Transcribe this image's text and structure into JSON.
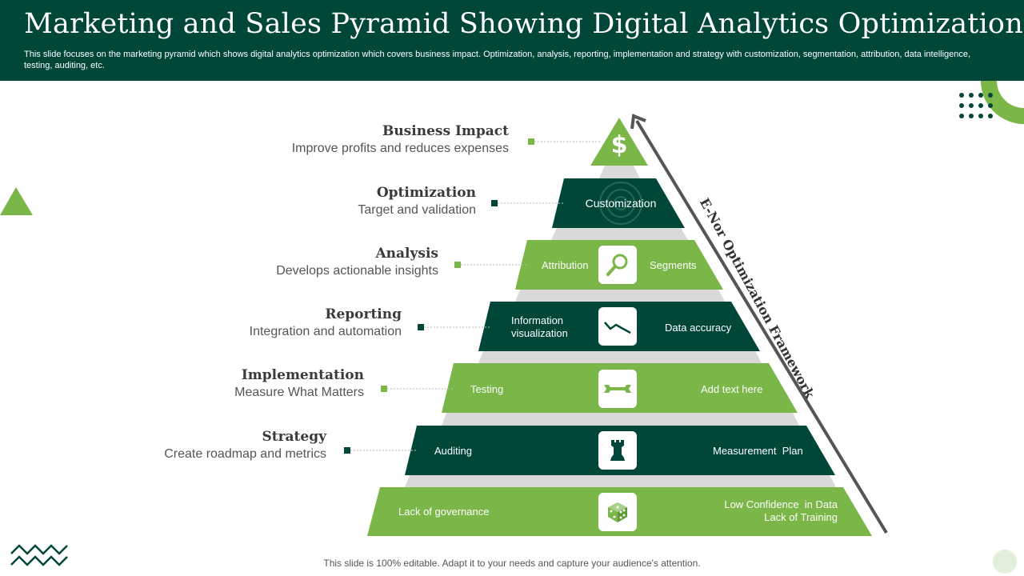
{
  "header": {
    "title": "Marketing and Sales Pyramid Showing Digital Analytics Optimization",
    "subtitle": "This slide focuses on the marketing pyramid which shows digital analytics optimization which covers business impact. Optimization, analysis, reporting, implementation and strategy with customization, segmentation, attribution, data intelligence, testing, auditing, etc."
  },
  "colors": {
    "dark_green": "#00473a",
    "light_green": "#7ab648",
    "shadow_gray": "#d9d9d9",
    "arrow_gray": "#555555"
  },
  "levels": [
    {
      "title": "Business Impact",
      "description": "Improve profits and reduces expenses",
      "marker_color": "#7ab648",
      "icon": "dollar-icon"
    },
    {
      "title": "Optimization",
      "description": "Target and validation",
      "marker_color": "#00473a",
      "center": "Customization",
      "icon": "target-icon"
    },
    {
      "title": "Analysis",
      "description": "Develops actionable insights",
      "marker_color": "#7ab648",
      "left": "Attribution",
      "right": "Segments",
      "icon": "magnifier-icon"
    },
    {
      "title": "Reporting",
      "description": "Integration  and automation",
      "marker_color": "#00473a",
      "left": "Information\nvisualization",
      "right": "Data accuracy",
      "icon": "line-chart-icon"
    },
    {
      "title": "Implementation",
      "description": "Measure What Matters",
      "marker_color": "#7ab648",
      "left": "Testing",
      "right": "Add text here",
      "icon": "wrench-icon"
    },
    {
      "title": "Strategy",
      "description": "Create roadmap and metrics",
      "marker_color": "#00473a",
      "left": "Auditing",
      "right": "Measurement  Plan",
      "icon": "chess-rook-icon"
    },
    {
      "left": "Lack of governance",
      "right": "Low Confidence  in Data\nLack of Training",
      "icon": "dice-icon"
    }
  ],
  "framework_label": "E-Nor Optimization Framework",
  "footer": "This slide is 100% editable. Adapt it to your needs and capture your audience's attention."
}
